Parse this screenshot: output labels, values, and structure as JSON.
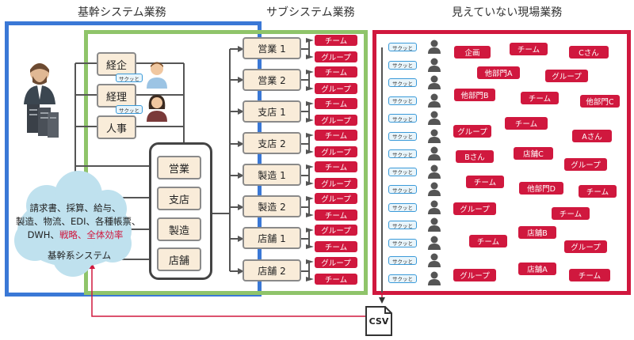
{
  "titles": {
    "core": "基幹システム業務",
    "sub": "サブシステム業務",
    "hidden": "見えていない現場業務"
  },
  "mgmt": [
    "経企",
    "経理",
    "人事"
  ],
  "depts": [
    "営業",
    "支店",
    "製造",
    "店舗"
  ],
  "sub_units": [
    {
      "label": "営業 1",
      "tags": [
        "チーム",
        "グループ"
      ]
    },
    {
      "label": "営業 2",
      "tags": [
        "チーム",
        "グループ"
      ]
    },
    {
      "label": "支店 1",
      "tags": [
        "チーム",
        "グループ"
      ]
    },
    {
      "label": "支店 2",
      "tags": [
        "チーム",
        "グループ"
      ]
    },
    {
      "label": "製造 1",
      "tags": [
        "チーム",
        "グループ"
      ]
    },
    {
      "label": "製造 2",
      "tags": [
        "グループ",
        "チーム"
      ]
    },
    {
      "label": "店舗 1",
      "tags": [
        "グループ",
        "チーム"
      ]
    },
    {
      "label": "店舗 2",
      "tags": [
        "グループ",
        "チーム"
      ]
    }
  ],
  "sakutto": "サクッと",
  "cloud": {
    "lines": [
      "請求書、採算、給与、",
      "製造、物流、EDI、各種帳票、"
    ],
    "line3_plain": "DWH、",
    "line3_red": "戦略、全体効率",
    "caption": "基幹系システム"
  },
  "hidden_tags": [
    {
      "t": "企画"
    },
    {
      "t": "チーム"
    },
    {
      "t": "Cさん"
    },
    {
      "t": "他部門A"
    },
    {
      "t": "グループ"
    },
    {
      "t": "他部門B"
    },
    {
      "t": "チーム"
    },
    {
      "t": "他部門C"
    },
    {
      "t": "グループ"
    },
    {
      "t": "チーム"
    },
    {
      "t": "Aさん"
    },
    {
      "t": "Bさん"
    },
    {
      "t": "店舗C"
    },
    {
      "t": "グループ"
    },
    {
      "t": "チーム"
    },
    {
      "t": "他部門D"
    },
    {
      "t": "チーム"
    },
    {
      "t": "グループ"
    },
    {
      "t": "チーム"
    },
    {
      "t": "チーム"
    },
    {
      "t": "店舗B"
    },
    {
      "t": "グループ"
    },
    {
      "t": "グループ"
    },
    {
      "t": "店舗A"
    },
    {
      "t": "チーム"
    }
  ],
  "csv": "CSV",
  "colors": {
    "blue": "#3a78d6",
    "green": "#8fc46a",
    "red": "#d0183e",
    "beige": "#f9ecd9"
  }
}
